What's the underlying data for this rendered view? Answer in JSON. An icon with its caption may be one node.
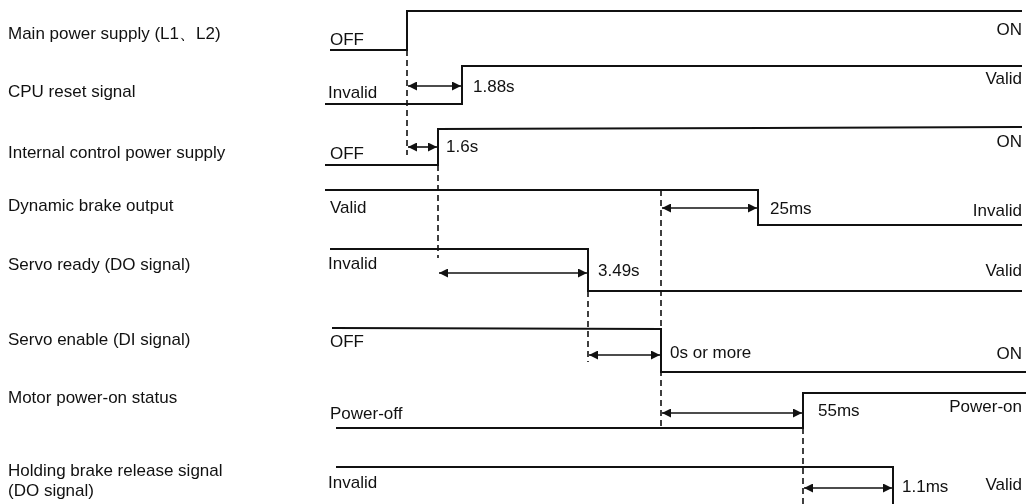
{
  "diagram": {
    "labels": [
      "Main power supply (L1、L2)",
      "OFF",
      "ON",
      "CPU reset signal",
      "Invalid",
      "1.88s",
      "Valid",
      "Internal control power supply",
      "OFF",
      "1.6s",
      "ON",
      "Dynamic brake output",
      "Valid",
      "25ms",
      "Invalid",
      "Servo ready (DO signal)",
      "Invalid",
      "3.49s",
      "Valid",
      "Servo enable (DI signal)",
      "OFF",
      "0s or more",
      "ON",
      "Motor power-on status",
      "Power-off",
      "55ms",
      "Power-on",
      "Holding brake release signal (DO signal)",
      "Invalid",
      "1.1ms",
      "Valid"
    ]
  }
}
